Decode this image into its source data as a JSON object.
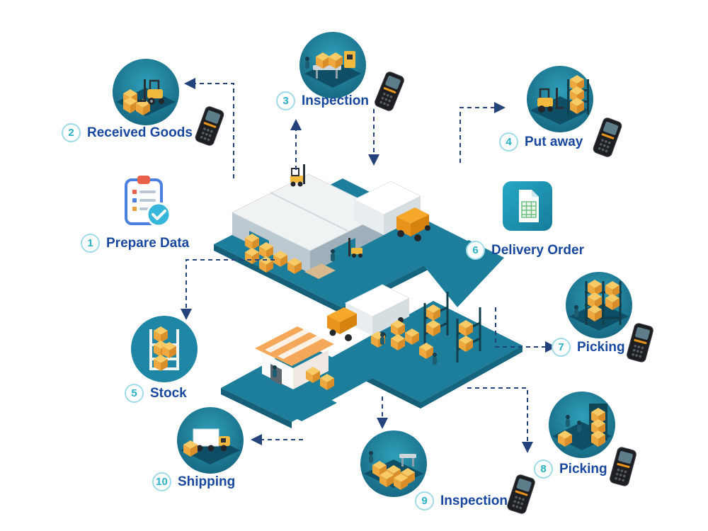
{
  "diagram": {
    "type": "warehouse-process-flow",
    "steps": [
      {
        "number": "1",
        "label": "Prepare Data",
        "icon": "clipboard-check-icon",
        "scanner": false
      },
      {
        "number": "2",
        "label": "Received Goods",
        "icon": "forklift-receiving-photo",
        "scanner": true
      },
      {
        "number": "3",
        "label": "Inspection",
        "icon": "inspection-conveyor-photo",
        "scanner": true
      },
      {
        "number": "4",
        "label": "Put away",
        "icon": "forklift-putaway-photo",
        "scanner": true
      },
      {
        "number": "5",
        "label": "Stock",
        "icon": "stock-shelf-icon",
        "scanner": false
      },
      {
        "number": "6",
        "label": "Delivery Order",
        "icon": "delivery-order-document-icon",
        "scanner": false
      },
      {
        "number": "7",
        "label": "Picking",
        "icon": "rack-picking-photo",
        "scanner": true
      },
      {
        "number": "8",
        "label": "Picking",
        "icon": "workers-picking-photo",
        "scanner": true
      },
      {
        "number": "9",
        "label": "Inspection",
        "icon": "outbound-inspection-photo",
        "scanner": true
      },
      {
        "number": "10",
        "label": "Shipping",
        "icon": "shipping-truck-photo",
        "scanner": false
      }
    ],
    "scanner_icon": "handheld-scanner-icon",
    "center_illustration": "isometric-warehouse-scene",
    "colors": {
      "accent_teal": "#29b1c6",
      "badge_border": "#9fdbe6",
      "label_blue": "#17479e",
      "connector_navy": "#24427c",
      "platform_teal": "#1d7e9c",
      "box_yellow": "#f0ac3d",
      "thumb_teal_dark": "#14627d",
      "background": "#ffffff"
    }
  }
}
